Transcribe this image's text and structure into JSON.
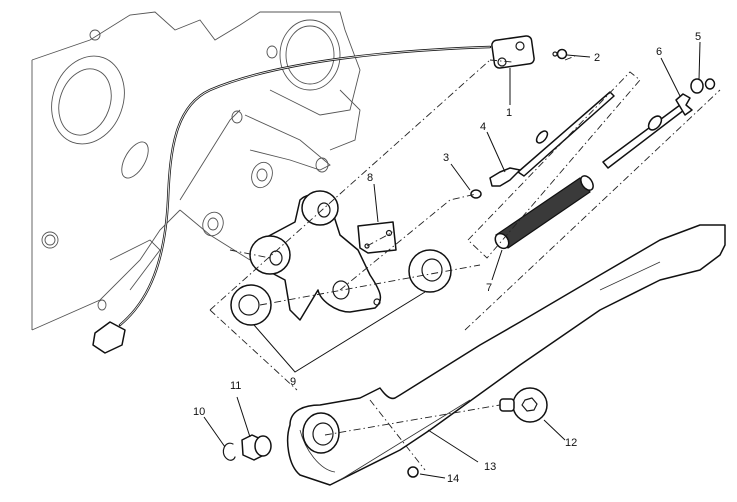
{
  "diagram": {
    "type": "exploded-parts-diagram",
    "subject": "side stand assembly",
    "callouts": [
      {
        "id": "callout-1",
        "number": "1",
        "part": "switch-bracket"
      },
      {
        "id": "callout-2",
        "number": "2",
        "part": "bolt"
      },
      {
        "id": "callout-3",
        "number": "3",
        "part": "pin"
      },
      {
        "id": "callout-4",
        "number": "4",
        "part": "spring-rod-upper"
      },
      {
        "id": "callout-5",
        "number": "5",
        "part": "nut-and-cap"
      },
      {
        "id": "callout-6",
        "number": "6",
        "part": "spring-rod-lower"
      },
      {
        "id": "callout-7",
        "number": "7",
        "part": "spring"
      },
      {
        "id": "callout-8",
        "number": "8",
        "part": "plate"
      },
      {
        "id": "callout-9",
        "number": "9",
        "part": "washers"
      },
      {
        "id": "callout-10",
        "number": "10",
        "part": "circlip"
      },
      {
        "id": "callout-11",
        "number": "11",
        "part": "bushing-nut"
      },
      {
        "id": "callout-12",
        "number": "12",
        "part": "pivot-bolt"
      },
      {
        "id": "callout-13",
        "number": "13",
        "part": "side-stand"
      },
      {
        "id": "callout-14",
        "number": "14",
        "part": "stop-pin"
      }
    ]
  }
}
